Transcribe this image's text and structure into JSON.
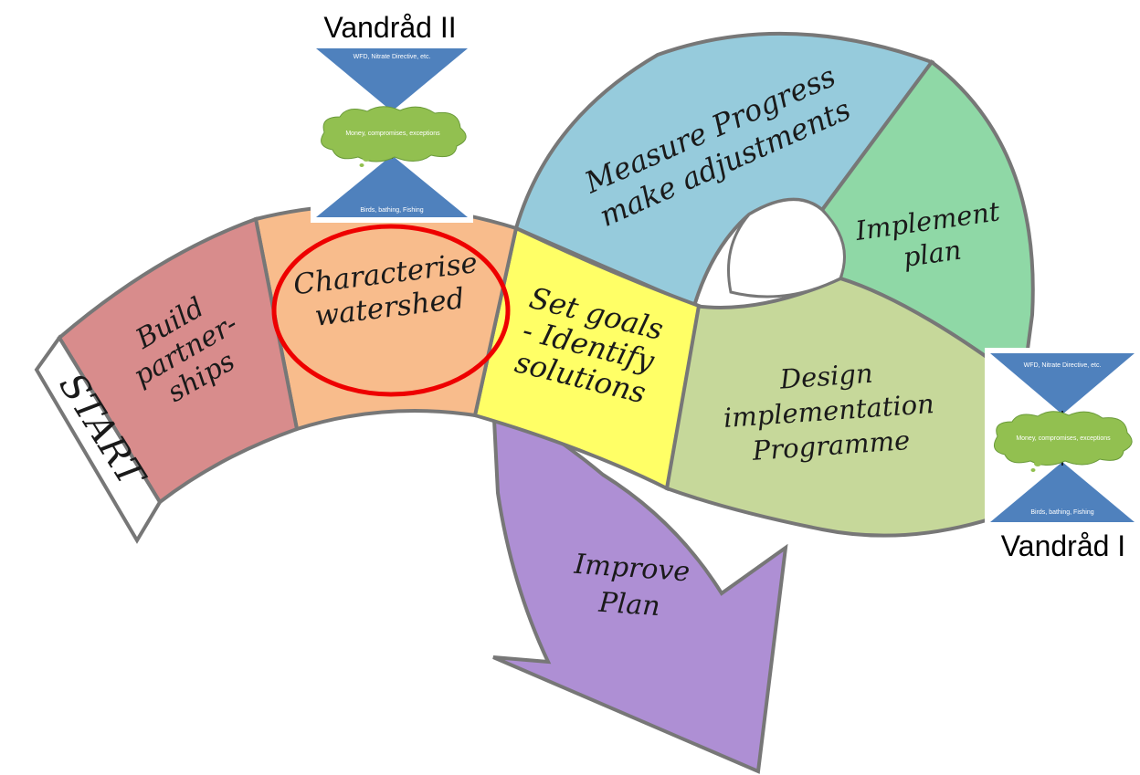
{
  "stages": {
    "start": "START",
    "build": [
      "Build",
      "partner-",
      "ships"
    ],
    "characterise": [
      "Characterise",
      "watershed"
    ],
    "set_goals": [
      "Set goals",
      "- Identify",
      "solutions"
    ],
    "design": [
      "Design",
      "implementation",
      "Programme"
    ],
    "implement": [
      "Implement",
      "plan"
    ],
    "measure": [
      "Measure Progress",
      "make adjustments"
    ],
    "improve": [
      "Improve",
      "Plan"
    ]
  },
  "vandrad_top": {
    "title": "Vandråd II",
    "top_label": "WFD, Nitrate Directive, etc.",
    "cloud_label": "Money, compromises, exceptions",
    "bottom_label": "Birds, bathing, Fishing"
  },
  "vandrad_right": {
    "title": "Vandråd I",
    "top_label": "WFD, Nitrate Directive, etc.",
    "cloud_label": "Money, compromises, exceptions",
    "bottom_label": "Birds, bathing, Fishing"
  },
  "colors": {
    "start": "#ffffff",
    "build": "#d88c8c",
    "characterise": "#f8bc8c",
    "set_goals": "#ffff66",
    "design": "#c6d89a",
    "implement": "#8fd8a6",
    "measure": "#96cbdc",
    "improve": "#ae8fd4",
    "outline": "#777777",
    "highlight": "#ee0000",
    "triangle": "#4f81bd",
    "cloud": "#92c050"
  }
}
